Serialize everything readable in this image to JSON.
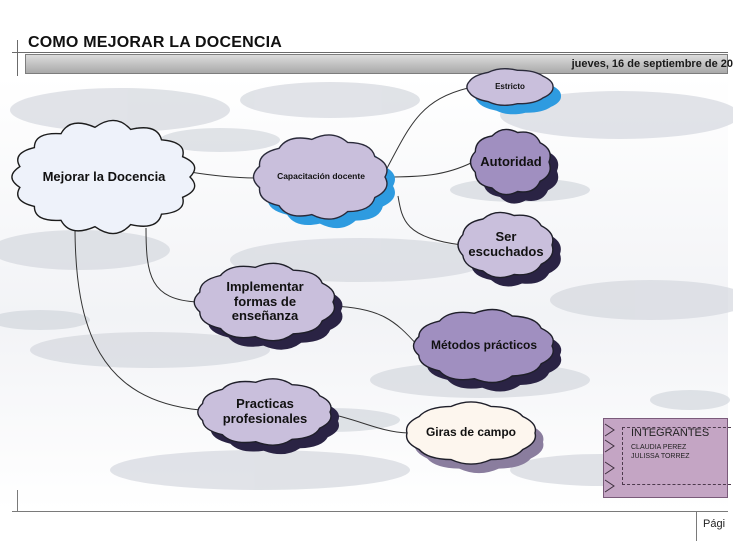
{
  "header": {
    "title": "COMO MEJORAR LA DOCENCIA",
    "date": "jueves, 16 de septiembre de 20"
  },
  "footer": {
    "page_label": "Pági"
  },
  "colors": {
    "node_main_fill": "#eef2fa",
    "node_lilac_fill": "#c9bfdc",
    "node_dark_fill": "#a08fc0",
    "node_white_fill": "#fdf6ee",
    "shadow_blue": "#2e9be0",
    "shadow_purple": "#2a2344",
    "shadow_grey": "#8a7d9e",
    "cloud_sky": "#cfd3da",
    "connector": "#333333"
  },
  "nodes": [
    {
      "id": "mejorar",
      "label": "Mejorar la Docencia",
      "style": "main",
      "icon": "cloud-icon"
    },
    {
      "id": "capacitacion",
      "label": "Capacitación docente",
      "style": "lilac-blue",
      "icon": "cloud-icon"
    },
    {
      "id": "estricto",
      "label": "Estricto",
      "style": "lilac-blue",
      "icon": "cloud-icon"
    },
    {
      "id": "autoridad",
      "label": "Autoridad",
      "style": "dark",
      "icon": "cloud-icon"
    },
    {
      "id": "escuchados",
      "label": "Ser\nescuchados",
      "style": "lilac",
      "icon": "cloud-icon"
    },
    {
      "id": "implementar",
      "label": "Implementar\nformas de\nenseñanza",
      "style": "lilac",
      "icon": "cloud-icon"
    },
    {
      "id": "metodos",
      "label": "Métodos prácticos",
      "style": "dark",
      "icon": "cloud-icon"
    },
    {
      "id": "practicas",
      "label": "Practicas\nprofesionales",
      "style": "lilac",
      "icon": "cloud-icon"
    },
    {
      "id": "giras",
      "label": "Giras de campo",
      "style": "white",
      "icon": "cloud-icon"
    }
  ],
  "connections": [
    {
      "from": "mejorar",
      "to": "capacitacion"
    },
    {
      "from": "capacitacion",
      "to": "estricto"
    },
    {
      "from": "capacitacion",
      "to": "autoridad"
    },
    {
      "from": "capacitacion",
      "to": "escuchados"
    },
    {
      "from": "mejorar",
      "to": "implementar"
    },
    {
      "from": "implementar",
      "to": "metodos"
    },
    {
      "from": "mejorar",
      "to": "practicas"
    },
    {
      "from": "practicas",
      "to": "giras"
    }
  ],
  "members": {
    "heading": "INTEGRANTES",
    "names": [
      "CLAUDIA PEREZ",
      "JULISSA TORREZ"
    ]
  }
}
